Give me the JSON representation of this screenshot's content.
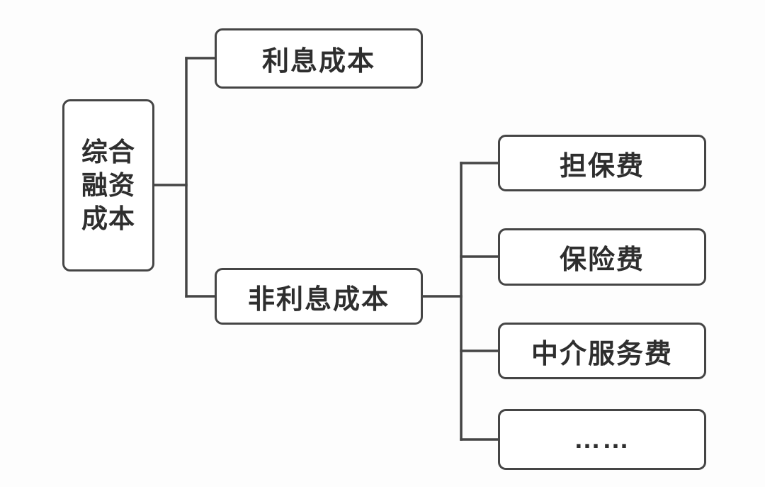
{
  "diagram": {
    "type": "tree",
    "orientation": "left-to-right",
    "colors": {
      "line": "#454545",
      "box_border": "#454545",
      "text": "#2e2e2e",
      "background": "#fdfdfd",
      "box_background": "#ffffff"
    },
    "nodes": {
      "root": {
        "id": "comprehensive-financing-cost",
        "label": "综合\n融资\n成本"
      },
      "interest": {
        "id": "interest-cost",
        "label": "利息成本"
      },
      "non_interest": {
        "id": "non-interest-cost",
        "label": "非利息成本"
      },
      "guarantee": {
        "id": "guarantee-fee",
        "label": "担保费"
      },
      "insurance": {
        "id": "insurance-fee",
        "label": "保险费"
      },
      "intermediary": {
        "id": "intermediary-service-fee",
        "label": "中介服务费"
      },
      "ellipsis": {
        "id": "ellipsis",
        "label": "……"
      }
    },
    "edges": [
      [
        "comprehensive-financing-cost",
        "interest-cost"
      ],
      [
        "comprehensive-financing-cost",
        "non-interest-cost"
      ],
      [
        "non-interest-cost",
        "guarantee-fee"
      ],
      [
        "non-interest-cost",
        "insurance-fee"
      ],
      [
        "non-interest-cost",
        "intermediary-service-fee"
      ],
      [
        "non-interest-cost",
        "ellipsis"
      ]
    ]
  }
}
